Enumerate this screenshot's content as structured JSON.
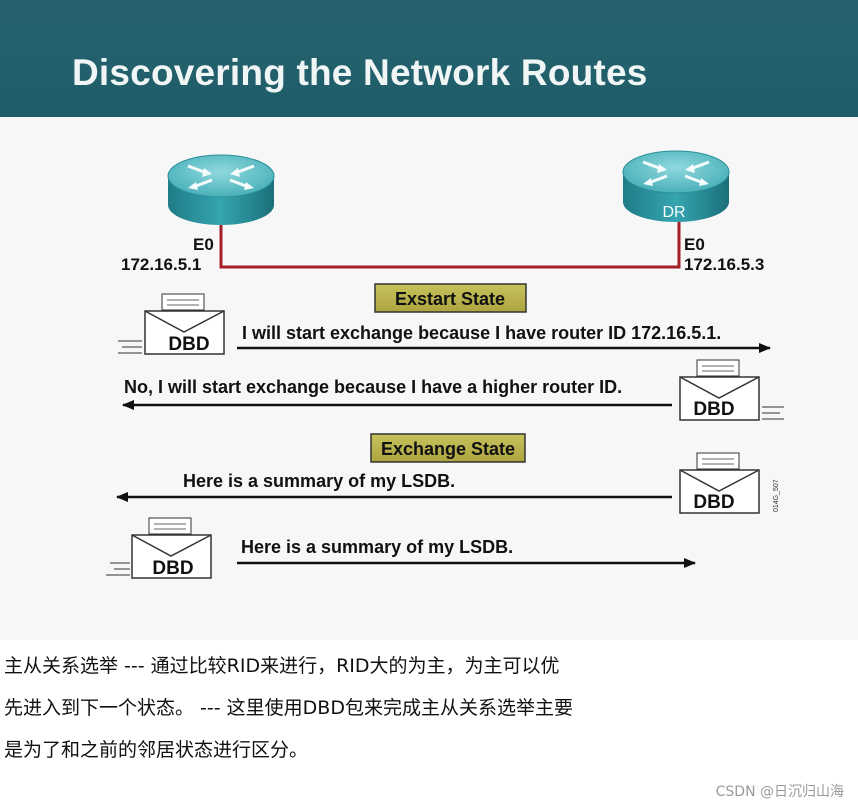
{
  "slide": {
    "title": "Discovering the Network Routes",
    "routers": {
      "left": {
        "interface": "E0",
        "ip": "172.16.5.1"
      },
      "right": {
        "interface": "E0",
        "ip": "172.16.5.3",
        "badge": "DR"
      }
    },
    "states": {
      "exstart": "Exstart State",
      "exchange": "Exchange State"
    },
    "packet_label": "DBD",
    "messages": {
      "m1": "I will start exchange because I have router ID 172.16.5.1.",
      "m2": "No, I will start exchange because I have a higher router ID.",
      "m3": "Here is a summary of my LSDB.",
      "m4": "Here is a summary of my LSDB."
    },
    "figure_code": "014G_507"
  },
  "body_text": {
    "line1": "主从关系选举 --- 通过比较RID来进行，RID大的为主，为主可以优",
    "line2": "先进入到下一个状态。 --- 这里使用DBD包来完成主从关系选举主要",
    "line3": "是为了和之前的邻居状态进行区分。"
  },
  "watermark": "CSDN @日沉归山海",
  "colors": {
    "header": "#22606c",
    "router_body": "#2e9aa6",
    "router_top": "#5cc0c8",
    "link": "#a31f2a",
    "state_box": "#b9b34a"
  }
}
